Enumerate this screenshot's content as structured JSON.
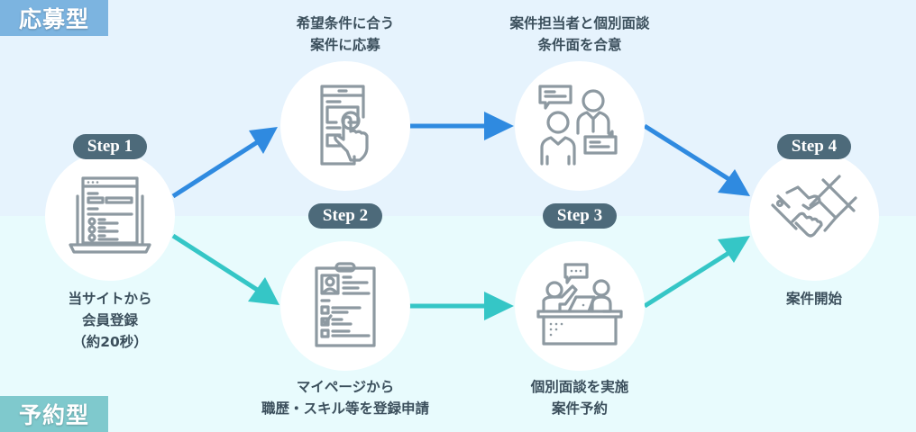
{
  "types": {
    "apply": "応募型",
    "reserve": "予約型"
  },
  "colors": {
    "apply_arrow": "#2f8ae0",
    "reserve_arrow": "#35c6c6",
    "badge": "#4d6a7a",
    "icon": "#8d99a1"
  },
  "steps": {
    "step1": {
      "badge": "Step 1",
      "caption_lines": [
        "当サイトから",
        "会員登録",
        "（約20秒）"
      ],
      "icon": "laptop-form-icon"
    },
    "apply_step": {
      "caption_lines": [
        "希望条件に合う",
        "案件に応募"
      ],
      "icon": "smartphone-tap-icon"
    },
    "apply_interview": {
      "caption_lines": [
        "案件担当者と個別面談",
        "条件面を合意"
      ],
      "icon": "meeting-chat-icon"
    },
    "step2": {
      "badge": "Step 2",
      "caption_lines": [
        "マイページから",
        "職歴・スキル等を登録申請"
      ],
      "icon": "clipboard-profile-icon"
    },
    "step3": {
      "badge": "Step 3",
      "caption_lines": [
        "個別面談を実施",
        "案件予約"
      ],
      "icon": "desk-interview-icon"
    },
    "step4": {
      "badge": "Step 4",
      "caption_lines": [
        "案件開始"
      ],
      "icon": "handshake-icon"
    }
  }
}
